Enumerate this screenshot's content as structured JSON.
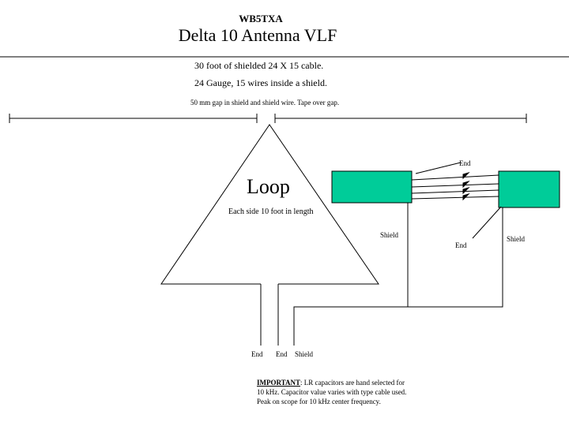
{
  "header": {
    "callsign": "WB5TXA",
    "title": "Delta 10 Antenna VLF"
  },
  "specs": {
    "cable": "30 foot of shielded 24 X 15 cable.",
    "gauge": "24 Gauge, 15 wires inside a shield.",
    "gap_note": "50 mm gap in shield and shield wire. Tape over gap."
  },
  "loop": {
    "label": "Loop",
    "side_note": "Each side 10 foot in length"
  },
  "labels": {
    "end_top": "End",
    "shield_left": "Shield",
    "shield_right": "Shield",
    "end_mid": "End",
    "end_a": "End",
    "end_b": "End",
    "shield_bottom": "Shield"
  },
  "note": {
    "heading": "IMPORTANT",
    "body": ":  LR capacitors are hand selected for 10 kHz.  Capacitor value varies with type cable used.  Peak on scope for 10 kHz center frequency."
  },
  "colors": {
    "capacitor_fill": "#00CC99",
    "line": "#000000"
  }
}
